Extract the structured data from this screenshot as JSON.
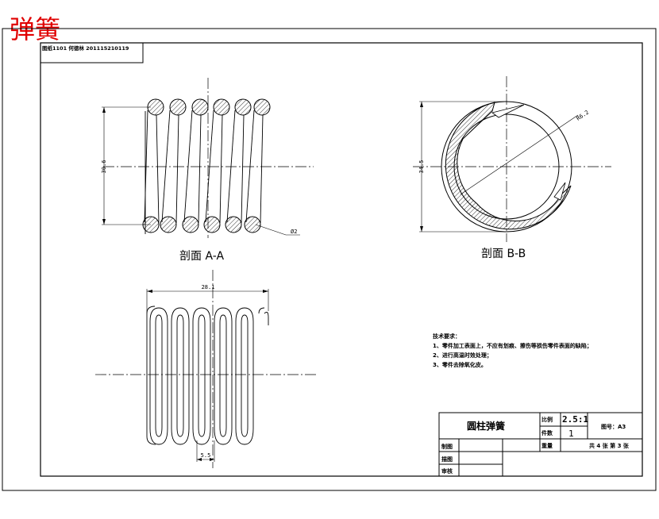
{
  "header": {
    "stamp": "弹簧",
    "info_label": "图纸1101 何德林 201115210119"
  },
  "section_aa": {
    "title": "剖面 A-A",
    "dim_height": "30.6",
    "dim_wire": "Ø2"
  },
  "section_bb": {
    "title": "剖面 B-B",
    "dim_outer": "34.5",
    "dim_radius": "R6.2"
  },
  "front_view": {
    "dim_length": "28.1",
    "dim_pitch": "5.5"
  },
  "notes": {
    "heading": "技术要求：",
    "items": [
      "1、零件加工表面上，不应有划痕、擦伤等损伤零件表面的缺陷；",
      "2、进行高温时效处理；",
      "3、零件去除氧化皮。"
    ]
  },
  "title_block": {
    "part_name": "圆柱弹簧",
    "scale_label": "比例",
    "scale_value": "2.5:1",
    "qty_label": "件数",
    "qty_value": "1",
    "weight_label": "重量",
    "drawing_no": "图号：A3",
    "sheet_info": "共 4 张  第 3 张",
    "drawn_label": "制图",
    "traced_label": "描图",
    "checked_label": "审核"
  },
  "colors": {
    "line": "#000000",
    "stamp": "#e00000"
  }
}
